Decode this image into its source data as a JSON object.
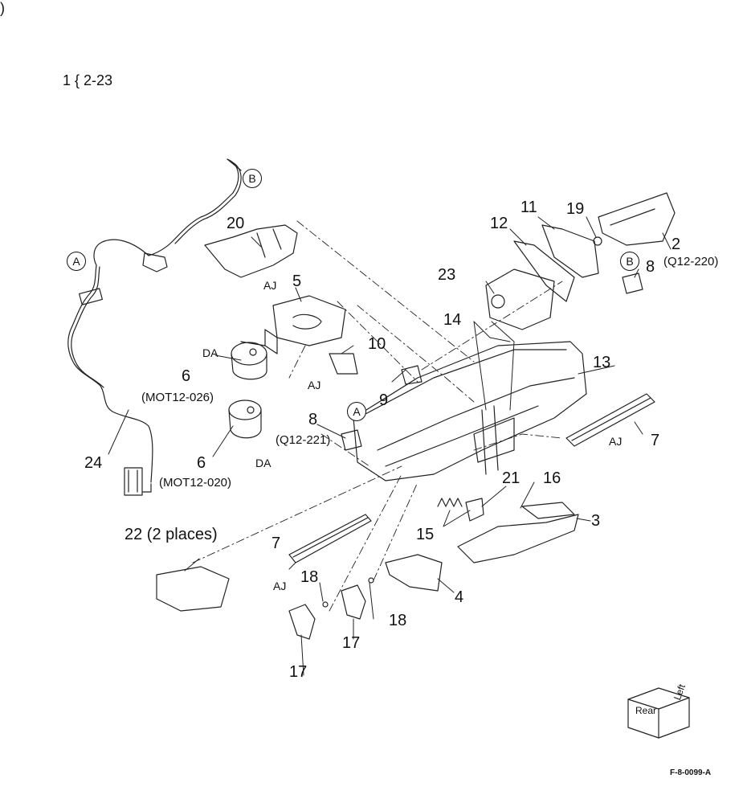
{
  "corner_mark": ")",
  "header": "1 { 2-23",
  "figure_id": "F-8-0099-A",
  "orientation_cube": {
    "rear": "Rear",
    "left": "Left"
  },
  "connectors": {
    "a": "A",
    "b": "B"
  },
  "callouts": {
    "p2": "2",
    "p3": "3",
    "p4": "4",
    "p5": "5",
    "p6a": "6",
    "p6b": "6",
    "p7a": "7",
    "p7b": "7",
    "p8a": "8",
    "p8b": "8",
    "p9": "9",
    "p10": "10",
    "p11": "11",
    "p12": "12",
    "p13": "13",
    "p14": "14",
    "p15": "15",
    "p16": "16",
    "p17a": "17",
    "p17b": "17",
    "p18a": "18",
    "p18b": "18",
    "p19": "19",
    "p20": "20",
    "p21": "21",
    "p22": "22 (2 places)",
    "p23": "23",
    "p24": "24"
  },
  "part_codes": {
    "q12_220": "(Q12-220)",
    "q12_221": "(Q12-221)",
    "mot12_026": "(MOT12-026)",
    "mot12_020": "(MOT12-020)"
  },
  "screw_codes": {
    "aj_20": "AJ",
    "aj_10": "AJ",
    "aj_7r": "AJ",
    "aj_7l": "AJ",
    "da_6a": "DA",
    "da_6b": "DA"
  }
}
